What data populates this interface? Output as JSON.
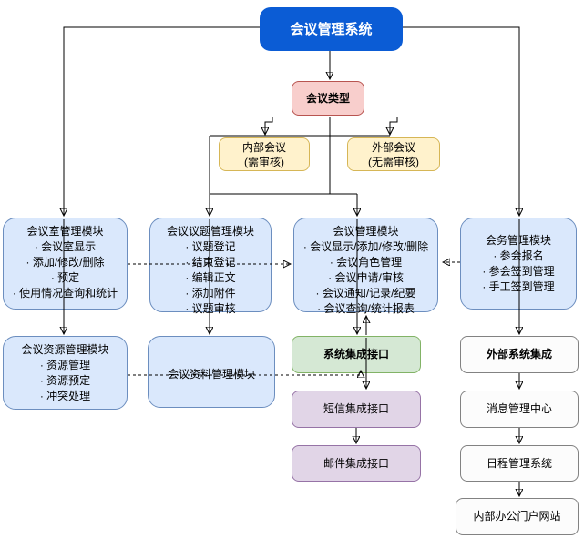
{
  "root": {
    "label": "会议管理系统"
  },
  "type_node": {
    "label": "会议类型"
  },
  "internal": {
    "line1": "内部会议",
    "line2": "(需审核)"
  },
  "external": {
    "line1": "外部会议",
    "line2": "(无需审核)"
  },
  "room": {
    "title": "会议室管理模块",
    "items": [
      "会议室显示",
      "添加/修改/删除",
      "预定",
      "使用情况查询和统计"
    ]
  },
  "topic": {
    "title": "会议议题管理模块",
    "items": [
      "议题登记",
      "结束登记",
      "编辑正文",
      "添加附件",
      "议题审核"
    ]
  },
  "meeting": {
    "title": "会议管理模块",
    "items": [
      "会议显示/添加/修改/删除",
      "会议角色管理",
      "会议申请/审核",
      "会议通知/记录/纪要",
      "会议查询/统计报表"
    ]
  },
  "service": {
    "title": "会务管理模块",
    "items": [
      "参会报名",
      "参会签到管理",
      "手工签到管理"
    ]
  },
  "resource": {
    "title": "会议资源管理模块",
    "items": [
      "资源管理",
      "资源预定",
      "冲突处理"
    ]
  },
  "material": {
    "title": "会议资料管理模块"
  },
  "sysint": {
    "label": "系统集成接口"
  },
  "sms": {
    "label": "短信集成接口"
  },
  "mail": {
    "label": "邮件集成接口"
  },
  "extsys": {
    "label": "外部系统集成"
  },
  "msgcenter": {
    "label": "消息管理中心"
  },
  "schedule": {
    "label": "日程管理系统"
  },
  "portal": {
    "label": "内部办公门户网站"
  },
  "colors": {
    "root_fill": "#0b5cd5",
    "root_text": "#ffffff",
    "module_fill": "#dae8fc",
    "module_stroke": "#6c8ebf",
    "type_fill": "#f8cecc",
    "type_stroke": "#b85450",
    "branch_fill": "#fff2cc",
    "branch_stroke": "#d6b656",
    "integration_fill": "#d5e8d4",
    "integration_stroke": "#82b366",
    "channel_fill": "#e1d5e7",
    "channel_stroke": "#9673a6",
    "external_fill": "#fcfcfc",
    "external_stroke": "#828282",
    "edge": "#000000"
  }
}
